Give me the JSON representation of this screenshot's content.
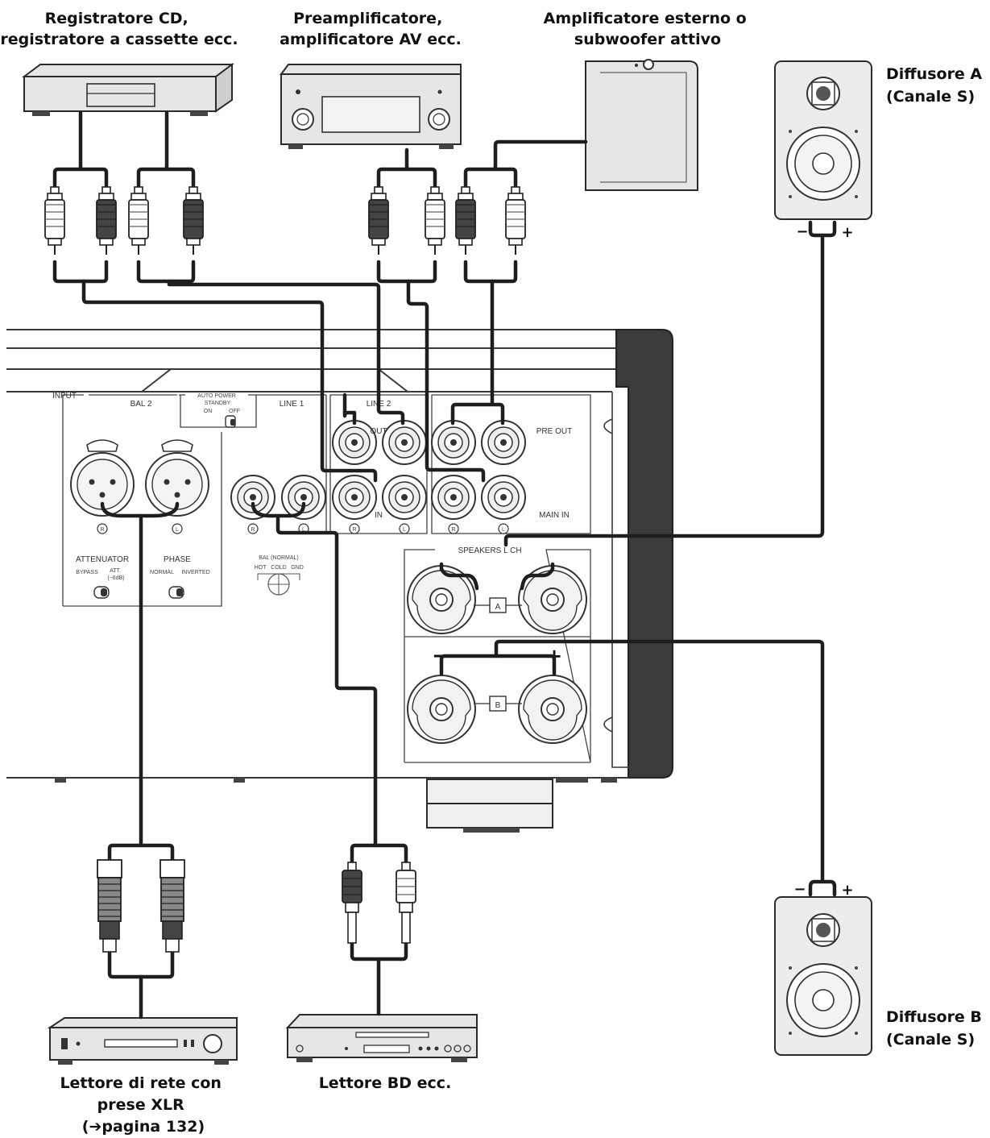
{
  "captions": {
    "cd_recorder": [
      "Registratore CD,",
      "registratore a cassette ecc."
    ],
    "preamp": [
      "Preamplificatore,",
      "amplificatore AV ecc."
    ],
    "ext_amp": [
      "Amplificatore esterno o",
      "subwoofer attivo"
    ],
    "speaker_a": [
      "Diffusore A",
      "(Canale S)"
    ],
    "speaker_b": [
      "Diffusore B",
      "(Canale S)"
    ],
    "network_player": [
      "Lettore di rete con",
      "prese XLR",
      "(➔pagina 132)"
    ],
    "bd_player": [
      "Lettore BD ecc."
    ]
  },
  "polarity": {
    "minus": "−",
    "plus": "+"
  },
  "panel": {
    "input": "INPUT",
    "bal2": "BAL 2",
    "auto_power_standby": [
      "AUTO POWER",
      "STANDBY"
    ],
    "apsb_on": "ON",
    "apsb_off": "OFF",
    "line1": "LINE 1",
    "line2": "LINE 2",
    "out": "OUT",
    "in": "IN",
    "pre_out": "PRE OUT",
    "main_in": "MAIN IN",
    "speakers_lch": "SPEAKERS L CH",
    "terminal_a": "A",
    "terminal_b": "B",
    "attenuator": "ATTENUATOR",
    "attenuator_bypass": "BYPASS",
    "attenuator_att": [
      "ATT.",
      "(−6dB)"
    ],
    "phase": "PHASE",
    "phase_normal": "NORMAL",
    "phase_inverted": "INVERTED",
    "bal_normal": "BAL (NORMAL)",
    "xlr_pins": [
      "HOT",
      "COLD",
      "GND"
    ],
    "r": "R",
    "l": "L"
  }
}
